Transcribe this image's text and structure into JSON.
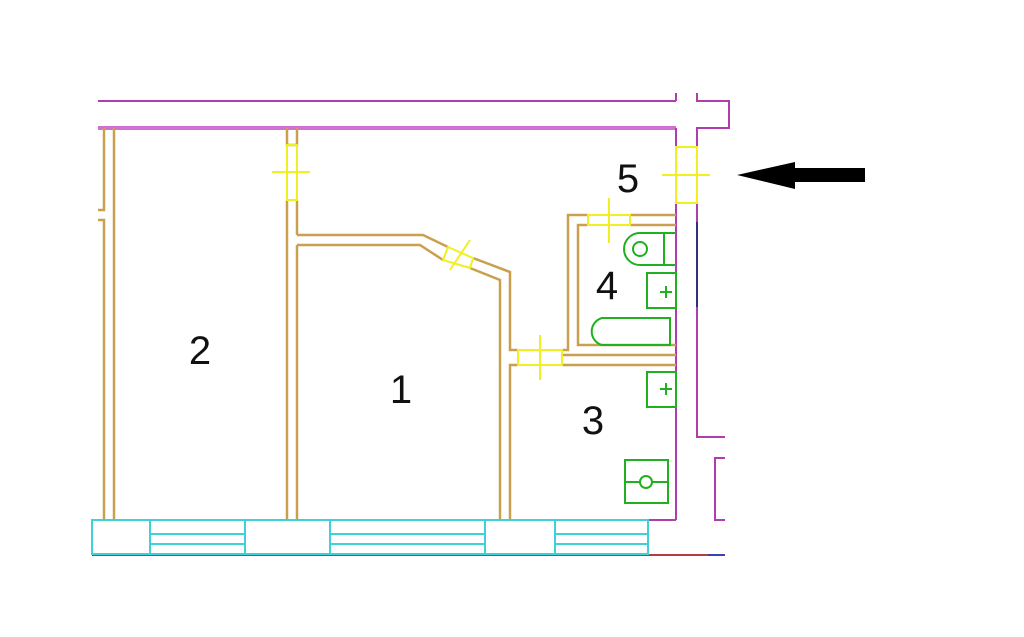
{
  "plan": {
    "rooms": [
      {
        "id": "1",
        "label": "1"
      },
      {
        "id": "2",
        "label": "2"
      },
      {
        "id": "3",
        "label": "3"
      },
      {
        "id": "4",
        "label": "4"
      },
      {
        "id": "5",
        "label": "5"
      }
    ],
    "entrance_marker": "arrow-left-icon",
    "colors": {
      "outer_wall": "#b03cb0",
      "inner_wall": "#c8a050",
      "door": "#f0f020",
      "window": "#40d0d8",
      "fixture": "#20b020",
      "arrow": "#000000"
    }
  }
}
